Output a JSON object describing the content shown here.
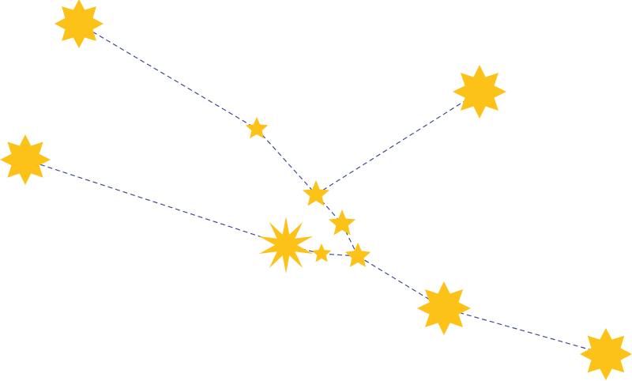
{
  "diagram": {
    "type": "constellation",
    "colors": {
      "star": "#FDC218",
      "line": "#3D4A8F",
      "background": "#FFFFFF"
    },
    "stars": [
      {
        "id": "s1",
        "shape": "8-point-burst"
      },
      {
        "id": "s2",
        "shape": "5-point-star"
      },
      {
        "id": "s3",
        "shape": "5-point-star"
      },
      {
        "id": "s4",
        "shape": "8-point-burst"
      },
      {
        "id": "s5",
        "shape": "8-point-burst"
      },
      {
        "id": "s6",
        "shape": "10-point-burst"
      },
      {
        "id": "s7",
        "shape": "5-point-star"
      },
      {
        "id": "s8",
        "shape": "5-point-star"
      },
      {
        "id": "s9",
        "shape": "5-point-star"
      },
      {
        "id": "s10",
        "shape": "8-point-burst"
      },
      {
        "id": "s11",
        "shape": "8-point-burst"
      }
    ],
    "connections": [
      [
        "s1",
        "s2"
      ],
      [
        "s2",
        "s3"
      ],
      [
        "s3",
        "s4"
      ],
      [
        "s3",
        "s8"
      ],
      [
        "s8",
        "s9"
      ],
      [
        "s9",
        "s10"
      ],
      [
        "s10",
        "s11"
      ],
      [
        "s5",
        "s6"
      ],
      [
        "s6",
        "s7"
      ],
      [
        "s7",
        "s9"
      ]
    ]
  }
}
